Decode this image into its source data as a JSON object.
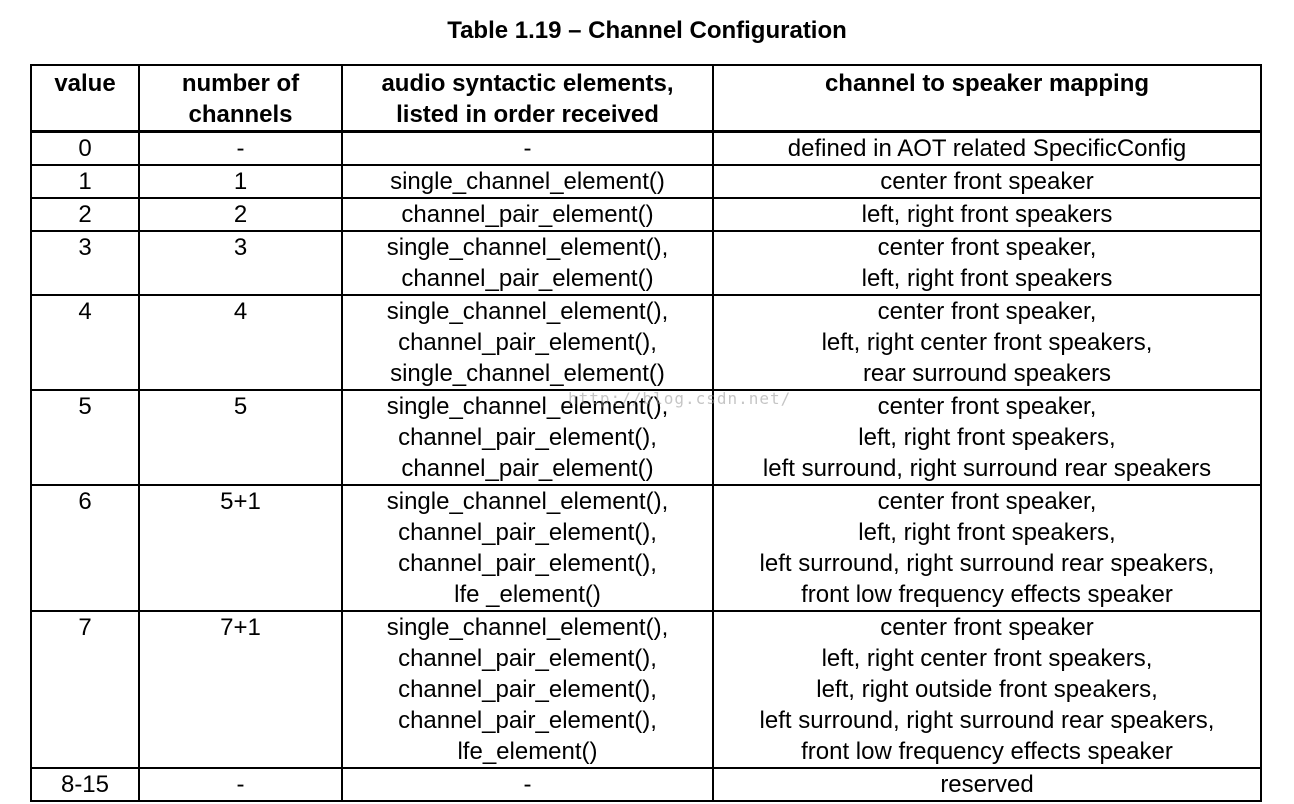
{
  "title": "Table 1.19 – Channel Configuration",
  "columns": [
    [
      "value"
    ],
    [
      "number of",
      "channels"
    ],
    [
      "audio syntactic elements,",
      "listed in order received"
    ],
    [
      "channel to speaker mapping"
    ]
  ],
  "rows": [
    {
      "value": "0",
      "channels": "-",
      "elements": [
        "-"
      ],
      "mapping": [
        "defined in AOT related SpecificConfig"
      ]
    },
    {
      "value": "1",
      "channels": "1",
      "elements": [
        "single_channel_element()"
      ],
      "mapping": [
        "center front speaker"
      ]
    },
    {
      "value": "2",
      "channels": "2",
      "elements": [
        "channel_pair_element()"
      ],
      "mapping": [
        "left, right front speakers"
      ]
    },
    {
      "value": "3",
      "channels": "3",
      "elements": [
        "single_channel_element(),",
        "channel_pair_element()"
      ],
      "mapping": [
        "center front speaker,",
        "left, right front speakers"
      ]
    },
    {
      "value": "4",
      "channels": "4",
      "elements": [
        "single_channel_element(),",
        "channel_pair_element(),",
        "single_channel_element()"
      ],
      "mapping": [
        "center front speaker,",
        "left, right center front speakers,",
        "rear surround speakers"
      ]
    },
    {
      "value": "5",
      "channels": "5",
      "elements": [
        "single_channel_element(),",
        "channel_pair_element(),",
        "channel_pair_element()"
      ],
      "mapping": [
        "center front speaker,",
        "left, right front speakers,",
        "left surround, right surround rear speakers"
      ]
    },
    {
      "value": "6",
      "channels": "5+1",
      "elements": [
        "single_channel_element(),",
        "channel_pair_element(),",
        "channel_pair_element(),",
        "lfe _element()"
      ],
      "mapping": [
        "center front speaker,",
        "left, right front speakers,",
        "left surround, right surround rear speakers,",
        "front low frequency effects speaker"
      ]
    },
    {
      "value": "7",
      "channels": "7+1",
      "elements": [
        "single_channel_element(),",
        "channel_pair_element(),",
        "channel_pair_element(),",
        "channel_pair_element(),",
        "lfe_element()"
      ],
      "mapping": [
        "center front speaker",
        "left, right center front speakers,",
        "left, right outside front speakers,",
        "left surround, right surround rear speakers,",
        "front low frequency effects speaker"
      ]
    },
    {
      "value": "8-15",
      "channels": "-",
      "elements": [
        "-"
      ],
      "mapping": [
        "reserved"
      ]
    }
  ],
  "watermark": "http://blog.csdn.net/"
}
